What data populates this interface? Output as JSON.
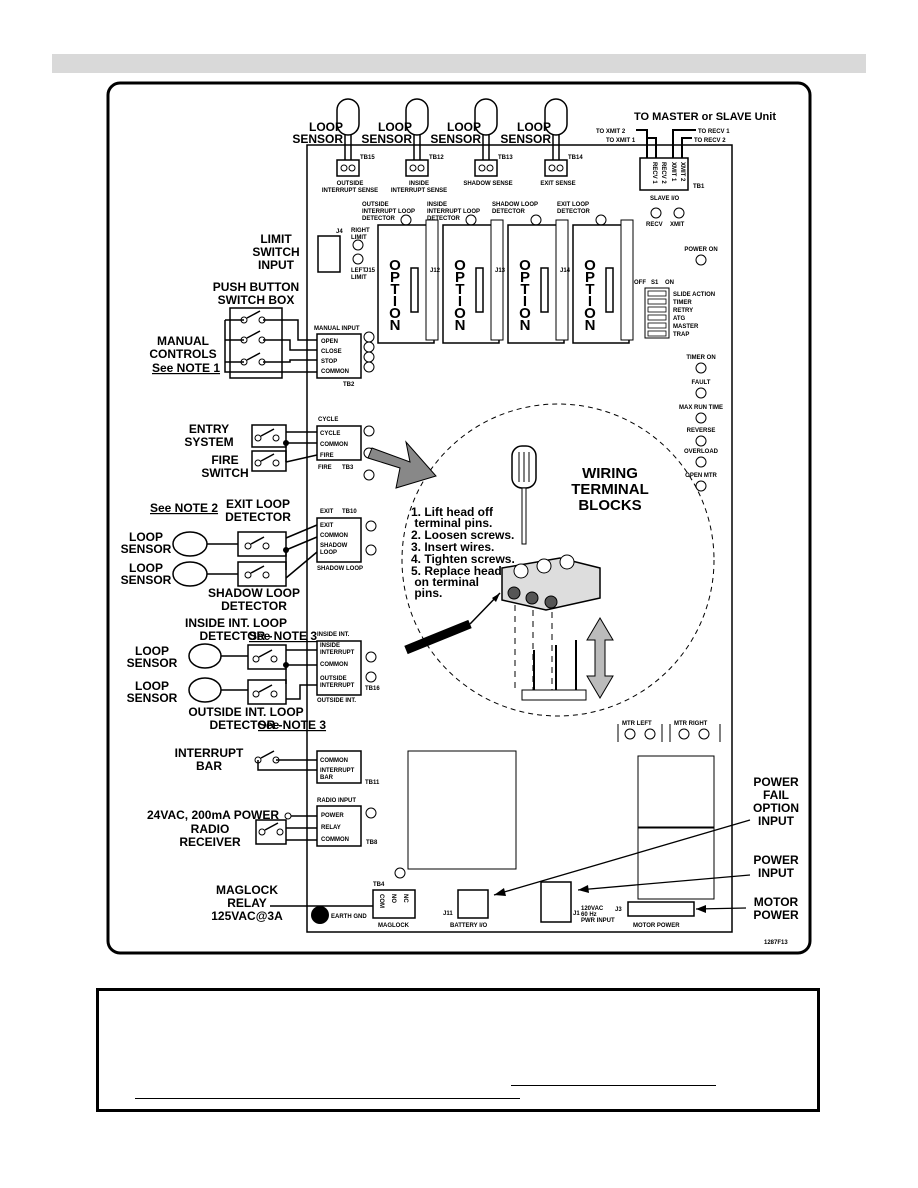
{
  "header_bar": "",
  "figure_id": "1287F13",
  "to_master": {
    "title": "TO MASTER or SLAVE Unit",
    "xmit2": "TO XMIT 2",
    "xmit1": "TO XMIT 1",
    "recv1": "TO RECV 1",
    "recv2": "TO RECV 2",
    "tb1_pins": [
      "RECV 1",
      "RECV 2",
      "XMIT 1",
      "XMIT 2"
    ],
    "tb1": "TB1",
    "slave_io": "SLAVE I/O",
    "recv": "RECV",
    "xmit": "XMIT"
  },
  "loop_sensors_top": [
    {
      "label": "LOOP\nSENSOR",
      "tb": "TB15",
      "sense": "OUTSIDE\nINTERRUPT SENSE"
    },
    {
      "label": "LOOP\nSENSOR",
      "tb": "TB12",
      "sense": "INSIDE\nINTERRUPT SENSE"
    },
    {
      "label": "LOOP\nSENSOR",
      "tb": "TB13",
      "sense": "SHADOW SENSE"
    },
    {
      "label": "LOOP\nSENSOR",
      "tb": "TB14",
      "sense": "EXIT SENSE"
    }
  ],
  "option_slots": [
    {
      "title": "OUTSIDE\nINTERRUPT LOOP\nDETECTOR",
      "j": "J15",
      "text": "OPTION"
    },
    {
      "title": "INSIDE\nINTERRUPT LOOP\nDETECTOR",
      "j": "J12",
      "text": "OPTION"
    },
    {
      "title": "SHADOW LOOP\nDETECTOR",
      "j": "J13",
      "text": "OPTION"
    },
    {
      "title": "EXIT LOOP\nDETECTOR",
      "j": "J14",
      "text": "OPTION"
    }
  ],
  "limit": {
    "label": "LIMIT\nSWITCH\nINPUT",
    "j4": "J4",
    "right": "RIGHT\nLIMIT",
    "left": "LEFT\nLIMIT"
  },
  "push_button": {
    "label": "PUSH BUTTON\nSWITCH BOX"
  },
  "manual_controls": {
    "label": "MANUAL\nCONTROLS",
    "note": "See NOTE 1",
    "block_title": "MANUAL INPUT",
    "pins": [
      "OPEN",
      "CLOSE",
      "STOP",
      "COMMON"
    ],
    "tb": "TB2"
  },
  "entry": {
    "entry_label": "ENTRY\nSYSTEM",
    "fire_label": "FIRE\nSWITCH",
    "block_title": "CYCLE",
    "pins": [
      "CYCLE",
      "COMMON",
      "FIRE"
    ],
    "footer": "FIRE",
    "tb": "TB3"
  },
  "exit_loop": {
    "note": "See NOTE  2",
    "label": "EXIT LOOP\nDETECTOR",
    "sensor1": "LOOP\nSENSOR",
    "sensor2": "LOOP\nSENSOR",
    "shadow_label": "SHADOW LOOP\nDETECTOR",
    "block_title": "EXIT",
    "tb": "TB10",
    "pins": [
      "EXIT",
      "COMMON",
      "SHADOW\nLOOP"
    ],
    "footer": "SHADOW LOOP"
  },
  "int_loop": {
    "inside_label": "INSIDE INT. LOOP\nDETECTOR - ",
    "inside_note": "See NOTE 3",
    "outside_label": "OUTSIDE INT. LOOP\nDETECTOR - ",
    "outside_note": "See NOTE 3",
    "sensor1": "LOOP\nSENSOR",
    "sensor2": "LOOP\nSENSOR",
    "block_title": "INSIDE INT.",
    "pins": [
      "INSIDE\nINTERRUPT",
      "COMMON",
      "OUTSIDE\nINTERRUPT"
    ],
    "tb": "TB16",
    "footer": "OUTSIDE INT."
  },
  "interrupt_bar": {
    "label": "INTERRUPT\nBAR",
    "pins": [
      "COMMON",
      "INTERRUPT\nBAR"
    ],
    "tb": "TB11"
  },
  "radio": {
    "power_label": "24VAC, 200mA POWER",
    "label": "RADIO\nRECEIVER",
    "block_title": "RADIO INPUT",
    "pins": [
      "POWER",
      "RELAY",
      "COMMON"
    ],
    "tb": "TB8"
  },
  "maglock": {
    "label": "MAGLOCK\nRELAY\n125VAC@3A",
    "tb": "TB4",
    "pins": [
      "COM",
      "NO",
      "NC"
    ],
    "earth": "EARTH GND",
    "footer": "MAGLOCK"
  },
  "dip": {
    "off": "OFF",
    "s1": "S1",
    "on": "ON",
    "items": [
      "SLIDE ACTION",
      "TIMER",
      "RETRY",
      "ATG",
      "MASTER",
      "TRAP"
    ]
  },
  "leds": [
    "POWER ON",
    "TIMER ON",
    "FAULT",
    "MAX RUN TIME",
    "REVERSE",
    "OVERLOAD",
    "OPEN MTR"
  ],
  "motor_conn": {
    "left": "MTR LEFT",
    "right": "MTR RIGHT"
  },
  "bottom": {
    "j11": "J11",
    "battery": "BATTERY I/O",
    "j1": "J1",
    "pwr": "120VAC\n60 Hz\nPWR INPUT",
    "j3": "J3",
    "motor_power": "MOTOR POWER"
  },
  "right_labels": {
    "power_fail": "POWER\nFAIL\nOPTION\nINPUT",
    "power_input": "POWER\nINPUT",
    "motor_power": "MOTOR\nPOWER"
  },
  "wiring": {
    "title": "WIRING\nTERMINAL\nBLOCKS",
    "steps": [
      "1.  Lift head off\n     terminal pins.",
      "2.  Loosen screws.",
      "3.  Insert wires.",
      "4.  Tighten screws.",
      "5.  Replace head\n     on terminal\n     pins."
    ]
  }
}
